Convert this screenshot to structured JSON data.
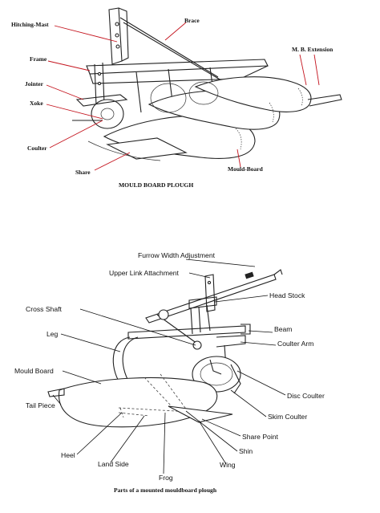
{
  "diagram1": {
    "caption": "MOULD BOARD PLOUGH",
    "labels": {
      "hitching_mast": "Hitching-Mast",
      "brace": "Brace",
      "frame": "Frame",
      "mb_extension": "M. B. Extension",
      "jointer": "Jointer",
      "xoke": "Xoke",
      "coulter": "Coulter",
      "share": "Share",
      "mould_board": "Mould-Board"
    },
    "colors": {
      "leader": "#c4141e",
      "ink": "#222222"
    }
  },
  "diagram2": {
    "caption": "Parts of a mounted mouldboard plough",
    "labels": {
      "furrow_width_adjustment": "Furrow Width Adjustment",
      "upper_link_attachment": "Upper Link Attachment",
      "head_stock": "Head Stock",
      "cross_shaft": "Cross Shaft",
      "beam": "Beam",
      "leg": "Leg",
      "coulter_arm": "Coulter Arm",
      "mould_board": "Mould Board",
      "disc_coulter": "Disc Coulter",
      "tail_piece": "Tail Piece",
      "skim_coulter": "Skim Coulter",
      "share_point": "Share Point",
      "heel": "Heel",
      "shin": "Shin",
      "land_side": "Land Side",
      "wing": "Wing",
      "frog": "Frog"
    },
    "colors": {
      "leader": "#111111"
    }
  }
}
